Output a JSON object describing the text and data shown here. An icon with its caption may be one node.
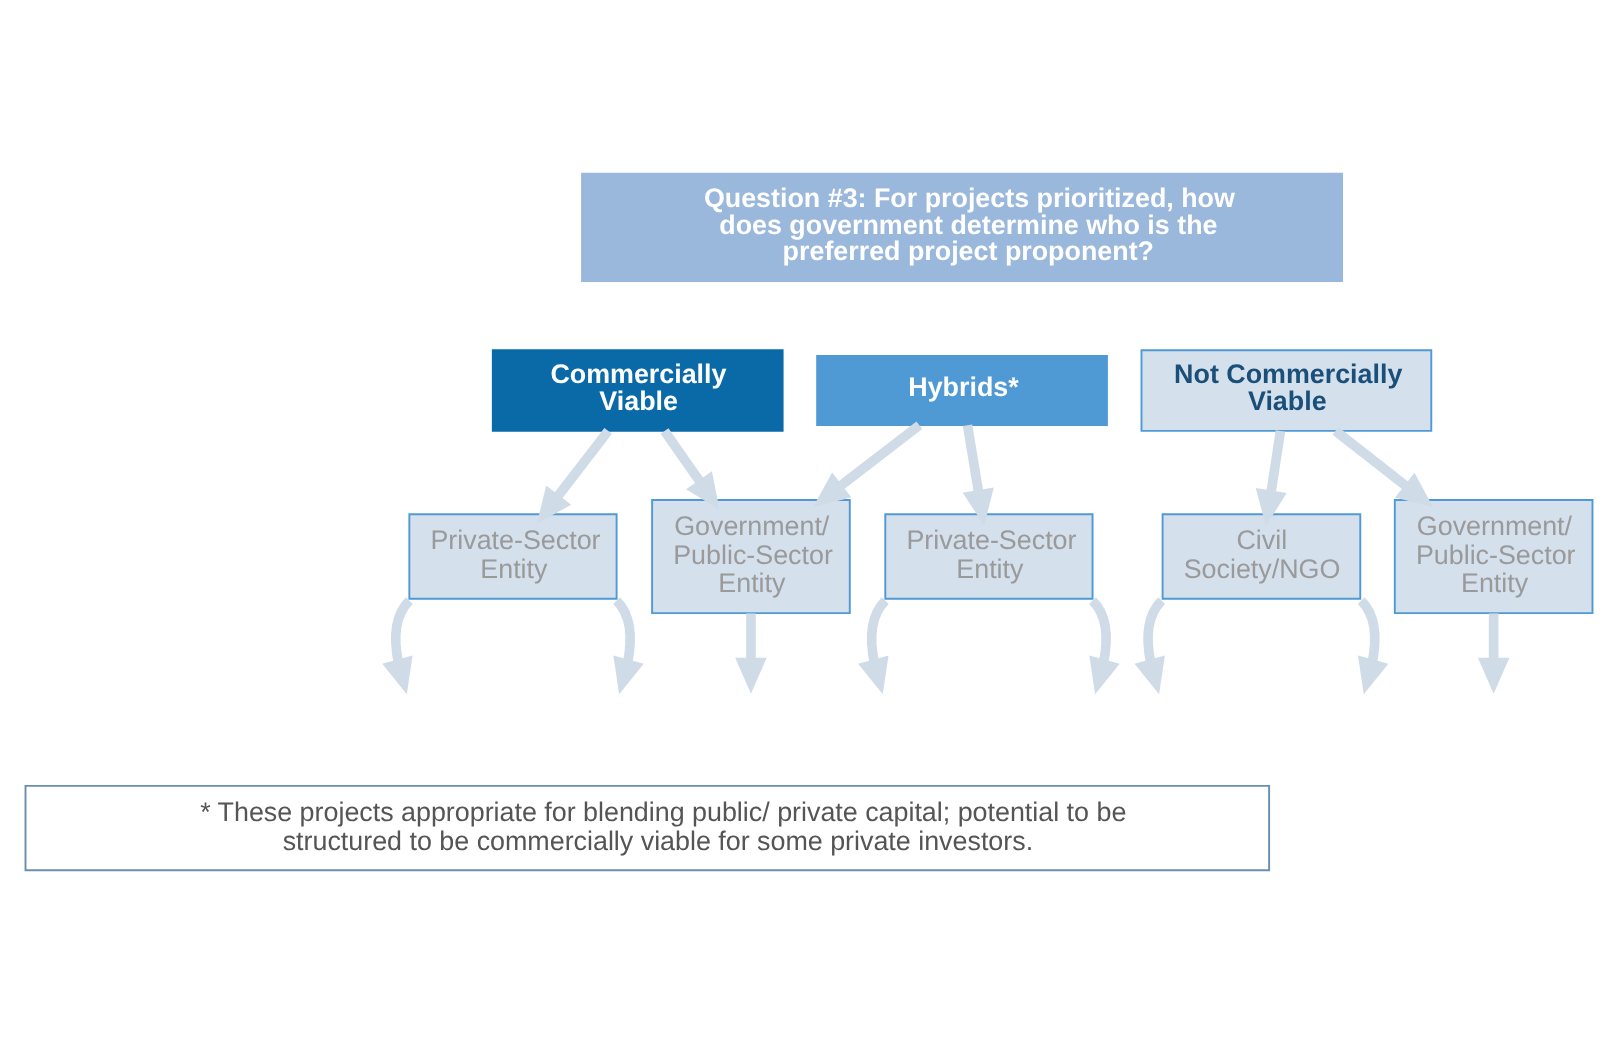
{
  "diagram": {
    "nodes": [
      {
        "text": [
          "Question #3: For projects prioritized, how does government determine who is the preferred project proponent?"
        ]
      },
      {
        "text": [
          "Commercially Viable"
        ]
      },
      {
        "text": [
          "Hybrids*"
        ]
      },
      {
        "text": [
          "Not Commercially Viable"
        ]
      },
      {
        "text": [
          "Private-Sector Entity"
        ]
      },
      {
        "text": [
          "Government/ Public-Sector Entity"
        ]
      },
      {
        "text": [
          "Private-Sector Entity"
        ]
      },
      {
        "text": [
          "Civil Society/NGO"
        ]
      },
      {
        "text": [
          "Government/ Public-Sector Entity"
        ]
      },
      {
        "text": [
          "* These projects appropriate for blending public/ private capital; potential to be structured to be commercially viable for some private investors."
        ]
      }
    ],
    "edges": [
      {
        "from": 1,
        "to": 4,
        "arrow": "to"
      },
      {
        "from": 1,
        "to": 5,
        "arrow": "to"
      },
      {
        "from": 2,
        "to": 5,
        "arrow": "to"
      },
      {
        "from": 2,
        "to": 6,
        "arrow": "to"
      },
      {
        "from": 3,
        "to": 7,
        "arrow": "to"
      },
      {
        "from": 3,
        "to": 8,
        "arrow": "to"
      },
      {
        "from": 4,
        "to": null,
        "arrow": "to"
      },
      {
        "from": 4,
        "to": null,
        "arrow": "to"
      },
      {
        "from": 5,
        "to": null,
        "arrow": "to"
      },
      {
        "from": 6,
        "to": null,
        "arrow": "to"
      },
      {
        "from": 6,
        "to": null,
        "arrow": "to"
      },
      {
        "from": 7,
        "to": null,
        "arrow": "to"
      },
      {
        "from": 7,
        "to": null,
        "arrow": "to"
      },
      {
        "from": 8,
        "to": null,
        "arrow": "to"
      }
    ]
  }
}
